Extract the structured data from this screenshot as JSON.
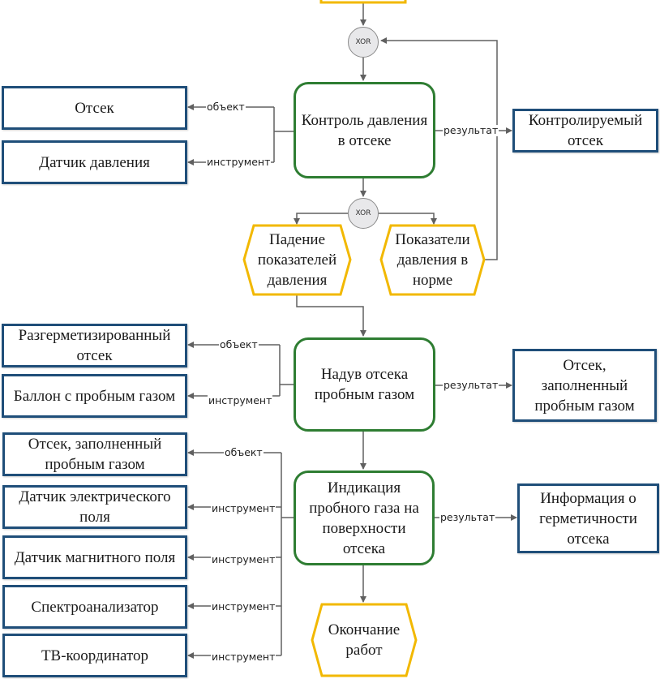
{
  "colors": {
    "object_border": "#1f4e79",
    "process_border": "#2e7d32",
    "event_border": "#f2b800",
    "connector": "#606060",
    "xor_fill": "#e8e8ea"
  },
  "gates": {
    "xor1": "XOR",
    "xor2": "XOR"
  },
  "processes": [
    {
      "id": "p1",
      "label": "Контроль давления\nв отсеке"
    },
    {
      "id": "p2",
      "label": "Надув отсека\nпробным газом"
    },
    {
      "id": "p3",
      "label": "Индикация\nпробного газа на\nповерхности\nотсека"
    }
  ],
  "events": [
    {
      "id": "e_left",
      "label": "Падение\nпоказателей\nдавления"
    },
    {
      "id": "e_right",
      "label": "Показатели\nдавления в\nнорме"
    },
    {
      "id": "e_end",
      "label": "Окончание\nработ"
    }
  ],
  "objects": {
    "p1_inputs": [
      {
        "label": "Отсек",
        "relation": "объект"
      },
      {
        "label": "Датчик давления",
        "relation": "инструмент"
      }
    ],
    "p1_result": {
      "label": "Контролируемый\nотсек",
      "relation": "результат"
    },
    "p2_inputs": [
      {
        "label": "Разгерметизированный\nотсек",
        "relation": "объект"
      },
      {
        "label": "Баллон с пробным газом",
        "relation": "инструмент"
      }
    ],
    "p2_result": {
      "label": "Отсек,\nзаполненный\nпробным газом",
      "relation": "результат"
    },
    "p3_inputs": [
      {
        "label": "Отсек, заполненный\nпробным газом",
        "relation": "объект"
      },
      {
        "label": "Датчик электрического\nполя",
        "relation": "инструмент"
      },
      {
        "label": "Датчик магнитного поля",
        "relation": "инструмент"
      },
      {
        "label": "Спектроанализатор",
        "relation": "инструмент"
      },
      {
        "label": "ТВ-координатор",
        "relation": "инструмент"
      }
    ],
    "p3_result": {
      "label": "Информация о\nгерметичности\nотсека",
      "relation": "результат"
    }
  }
}
